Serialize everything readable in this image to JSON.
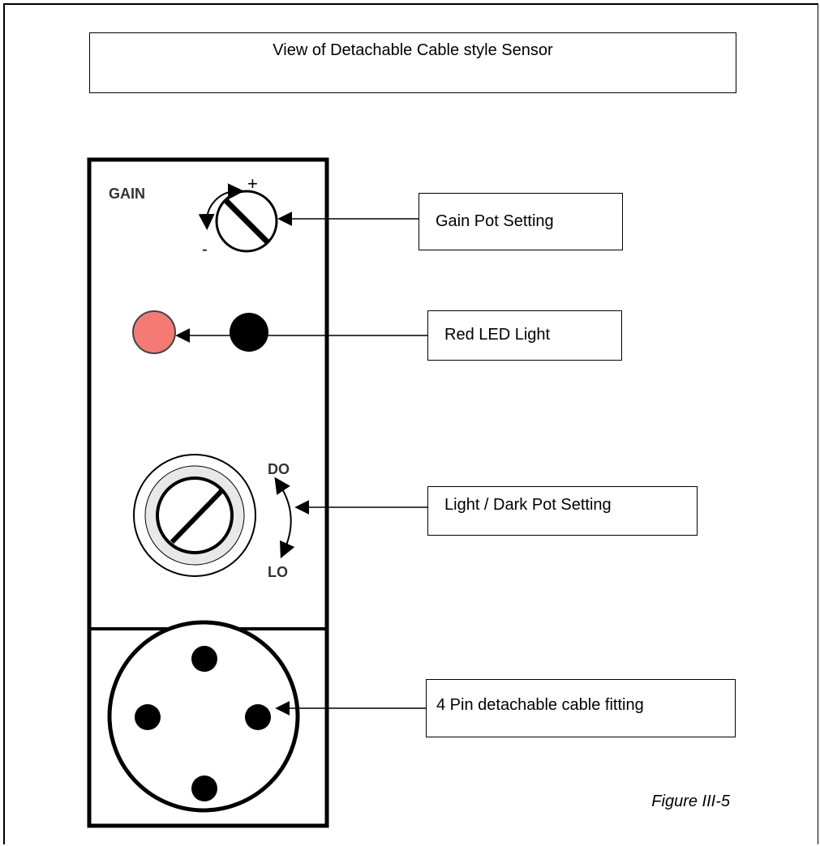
{
  "title": "View of Detachable Cable style Sensor",
  "sensor": {
    "gain_label": "GAIN",
    "plus_label": "+",
    "minus_label": "-",
    "do_label": "DO",
    "lo_label": "LO",
    "led_color": "#f47a74"
  },
  "callouts": {
    "gain_pot": "Gain Pot Setting",
    "red_led": "Red LED Light",
    "light_dark_pot": "Light / Dark Pot Setting",
    "cable_fitting": "4 Pin detachable cable fitting"
  },
  "figure_caption": "Figure III-5"
}
